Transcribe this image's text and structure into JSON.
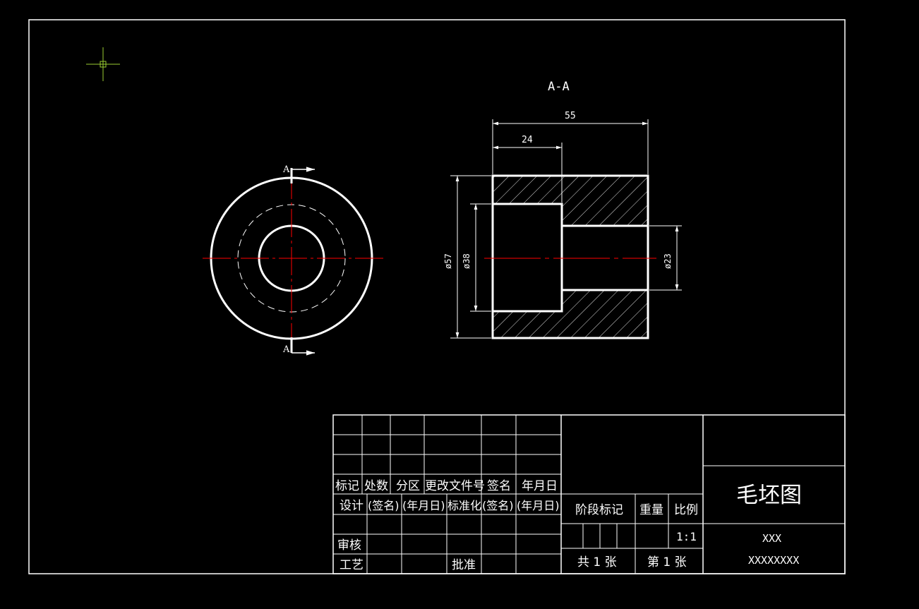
{
  "drawing": {
    "section_title": "A-A",
    "cut_label_top": "A",
    "cut_label_bottom": "A",
    "dim_total_length": "55",
    "dim_bore_depth": "24",
    "dim_outer_dia": "ø57",
    "dim_bore_dia": "ø38",
    "dim_hole_dia": "ø23"
  },
  "title_block": {
    "hdr_mark": "标记",
    "hdr_count": "处数",
    "hdr_zone": "分区",
    "hdr_change_doc": "更改文件号",
    "hdr_sign": "签名",
    "hdr_date": "年月日",
    "row_design": "设计",
    "sign_placeholder": "(签名)",
    "date_placeholder": "(年月日)",
    "standardize": "标准化",
    "sign_placeholder_2": "(签名)",
    "date_placeholder_2": "(年月日)",
    "row_review": "审核",
    "row_process": "工艺",
    "approve": "批准",
    "stage_mark": "阶段标记",
    "weight": "重量",
    "scale_label": "比例",
    "scale_value": "1:1",
    "sheets_total": "共 1 张",
    "sheet_number": "第 1 张",
    "drawing_name": "毛坯图",
    "company": "XXX",
    "drawing_code": "XXXXXXXX"
  },
  "colors": {
    "background": "#000000",
    "line": "#ffffff",
    "centerline": "#ff0000",
    "cursor": "#9acd32"
  }
}
